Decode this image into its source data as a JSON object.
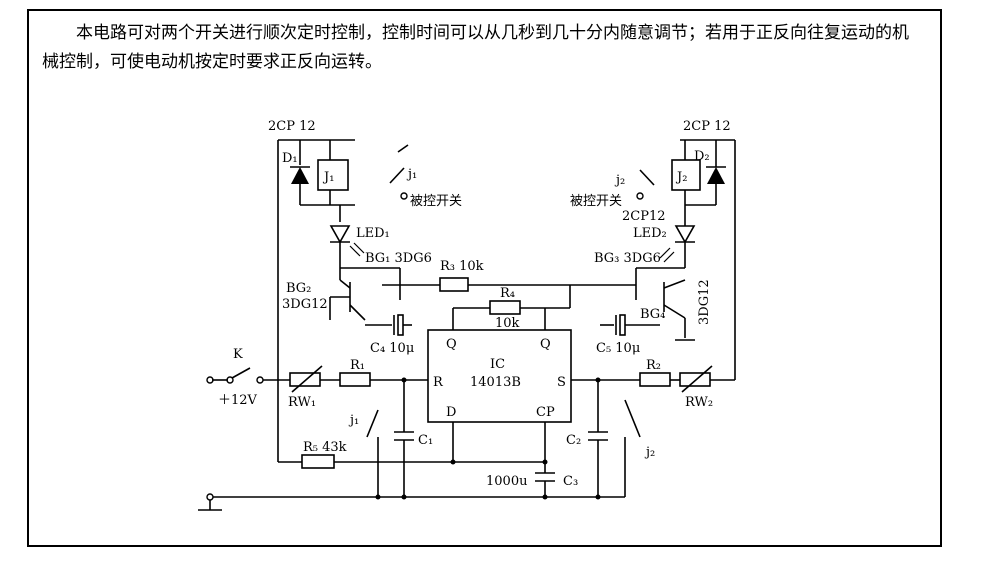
{
  "description": "本电路可对两个开关进行顺次定时控制，控制时间可以从几秒到几十分内随意调节；若用于正反向往复运动的机械控制，可使电动机按定时要求正反向运转。",
  "labels": {
    "diode_left_model": "2CP 12",
    "diode_right_model": "2CP 12",
    "d1": "D₁",
    "d2": "D₂",
    "relay1": "J₁",
    "relay2": "J₂",
    "contact_j1_top": "j₁",
    "contact_j2_top": "j₂",
    "controlled_switch_left": "被控开关",
    "controlled_switch_right": "被控开关",
    "led_right_model": "2CP12",
    "led1": "LED₁",
    "led2": "LED₂",
    "bg1": "BG₁ 3DG6",
    "bg3": "BG₃ 3DG6",
    "bg2": "BG₂",
    "bg2_model": "3DG12",
    "bg4": "BG₄",
    "bg4_model": "3DG12",
    "r3": "R₃ 10k",
    "r4": "R₄",
    "r4_value": "10k",
    "c4": "C₄ 10μ",
    "c5": "C₅ 10μ",
    "ic_q_left": "Q",
    "ic_q_right": "Q",
    "ic_name": "IC",
    "ic_model": "14013B",
    "ic_r": "R",
    "ic_s": "S",
    "ic_d": "D",
    "ic_cp": "CP",
    "switch_k": "K",
    "supply": "＋12V",
    "rw1": "RW₁",
    "rw2": "RW₂",
    "r1": "R₁",
    "r2": "R₂",
    "contact_j1_bottom": "j₁",
    "contact_j2_bottom": "j₂",
    "c1": "C₁",
    "c2": "C₂",
    "r5": "R₅ 43k",
    "c3_value": "1000u",
    "c3": "C₃"
  }
}
